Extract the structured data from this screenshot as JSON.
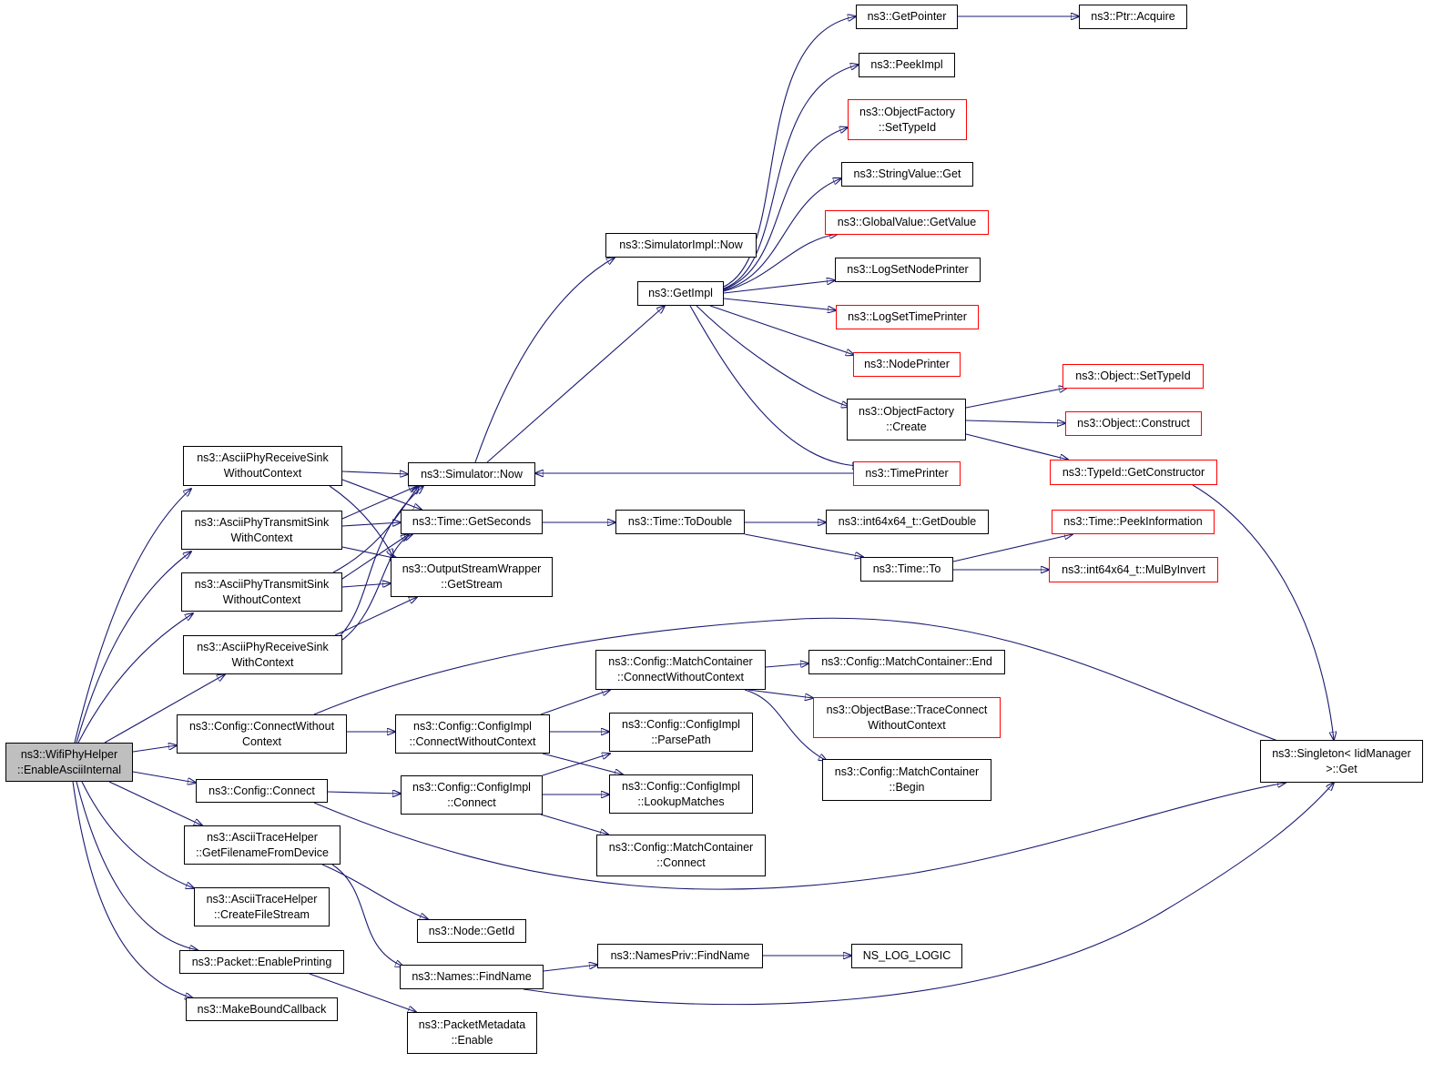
{
  "diagram": {
    "edge_color": "#191970",
    "node_colors": {
      "normal": "#000000",
      "truncated": "#ff0000",
      "root_fill": "#bfbfbf"
    },
    "nodes": [
      {
        "id": "wifi",
        "label": "ns3::WifiPhyHelper\n::EnableAsciiInternal",
        "root": true
      },
      {
        "id": "arsw",
        "label": "ns3::AsciiPhyReceiveSink\nWithoutContext"
      },
      {
        "id": "atsc",
        "label": "ns3::AsciiPhyTransmitSink\nWithContext"
      },
      {
        "id": "atsw",
        "label": "ns3::AsciiPhyTransmitSink\nWithoutContext"
      },
      {
        "id": "arsc",
        "label": "ns3::AsciiPhyReceiveSink\nWithContext"
      },
      {
        "id": "ccw",
        "label": "ns3::Config::ConnectWithout\nContext"
      },
      {
        "id": "cc",
        "label": "ns3::Config::Connect"
      },
      {
        "id": "gfd",
        "label": "ns3::AsciiTraceHelper\n::GetFilenameFromDevice"
      },
      {
        "id": "cfs",
        "label": "ns3::AsciiTraceHelper\n::CreateFileStream"
      },
      {
        "id": "pep",
        "label": "ns3::Packet::EnablePrinting"
      },
      {
        "id": "mbc",
        "label": "ns3::MakeBoundCallback"
      },
      {
        "id": "snow",
        "label": "ns3::Simulator::Now"
      },
      {
        "id": "tgs",
        "label": "ns3::Time::GetSeconds"
      },
      {
        "id": "osw",
        "label": "ns3::OutputStreamWrapper\n::GetStream"
      },
      {
        "id": "cicw",
        "label": "ns3::Config::ConfigImpl\n::ConnectWithoutContext"
      },
      {
        "id": "cic",
        "label": "ns3::Config::ConfigImpl\n::Connect"
      },
      {
        "id": "ngid",
        "label": "ns3::Node::GetId"
      },
      {
        "id": "nfn",
        "label": "ns3::Names::FindName"
      },
      {
        "id": "pme",
        "label": "ns3::PacketMetadata\n::Enable"
      },
      {
        "id": "sin",
        "label": "ns3::SimulatorImpl::Now"
      },
      {
        "id": "gimpl",
        "label": "ns3::GetImpl"
      },
      {
        "id": "ttd",
        "label": "ns3::Time::ToDouble"
      },
      {
        "id": "mccw",
        "label": "ns3::Config::MatchContainer\n::ConnectWithoutContext"
      },
      {
        "id": "cipp",
        "label": "ns3::Config::ConfigImpl\n::ParsePath"
      },
      {
        "id": "cilm",
        "label": "ns3::Config::ConfigImpl\n::LookupMatches"
      },
      {
        "id": "mcc",
        "label": "ns3::Config::MatchContainer\n::Connect"
      },
      {
        "id": "npfn",
        "label": "ns3::NamesPriv::FindName"
      },
      {
        "id": "gptr",
        "label": "ns3::GetPointer"
      },
      {
        "id": "peek",
        "label": "ns3::PeekImpl"
      },
      {
        "id": "ofst",
        "label": "ns3::ObjectFactory\n::SetTypeId",
        "red": true
      },
      {
        "id": "svg",
        "label": "ns3::StringValue::Get"
      },
      {
        "id": "gvgv",
        "label": "ns3::GlobalValue::GetValue",
        "red": true
      },
      {
        "id": "lsnp",
        "label": "ns3::LogSetNodePrinter"
      },
      {
        "id": "lstp",
        "label": "ns3::LogSetTimePrinter",
        "red": true
      },
      {
        "id": "np",
        "label": "ns3::NodePrinter",
        "red": true
      },
      {
        "id": "ofc",
        "label": "ns3::ObjectFactory\n::Create"
      },
      {
        "id": "tp",
        "label": "ns3::TimePrinter",
        "red": true
      },
      {
        "id": "i64gd",
        "label": "ns3::int64x64_t::GetDouble"
      },
      {
        "id": "tto",
        "label": "ns3::Time::To"
      },
      {
        "id": "mcend",
        "label": "ns3::Config::MatchContainer::End"
      },
      {
        "id": "obtc",
        "label": "ns3::ObjectBase::TraceConnect\nWithoutContext",
        "red": true
      },
      {
        "id": "mcb",
        "label": "ns3::Config::MatchContainer\n::Begin"
      },
      {
        "id": "nll",
        "label": "NS_LOG_LOGIC"
      },
      {
        "id": "pacq",
        "label": "ns3::Ptr::Acquire"
      },
      {
        "id": "ost",
        "label": "ns3::Object::SetTypeId",
        "red": true
      },
      {
        "id": "oc",
        "label": "ns3::Object::Construct",
        "red": true
      },
      {
        "id": "tgc",
        "label": "ns3::TypeId::GetConstructor",
        "red": true
      },
      {
        "id": "tpi",
        "label": "ns3::Time::PeekInformation",
        "red": true
      },
      {
        "id": "i64mi",
        "label": "ns3::int64x64_t::MulByInvert",
        "red": true
      },
      {
        "id": "sget",
        "label": "ns3::Singleton< IidManager\n>::Get"
      }
    ],
    "edges": [
      [
        "wifi",
        "arsw"
      ],
      [
        "wifi",
        "atsc"
      ],
      [
        "wifi",
        "atsw"
      ],
      [
        "wifi",
        "arsc"
      ],
      [
        "wifi",
        "ccw"
      ],
      [
        "wifi",
        "cc"
      ],
      [
        "wifi",
        "gfd"
      ],
      [
        "wifi",
        "cfs"
      ],
      [
        "wifi",
        "pep"
      ],
      [
        "wifi",
        "mbc"
      ],
      [
        "arsw",
        "snow"
      ],
      [
        "arsw",
        "tgs"
      ],
      [
        "arsw",
        "osw"
      ],
      [
        "atsc",
        "snow"
      ],
      [
        "atsc",
        "tgs"
      ],
      [
        "atsc",
        "osw"
      ],
      [
        "atsw",
        "snow"
      ],
      [
        "atsw",
        "tgs"
      ],
      [
        "atsw",
        "osw"
      ],
      [
        "arsc",
        "snow"
      ],
      [
        "arsc",
        "tgs"
      ],
      [
        "arsc",
        "osw"
      ],
      [
        "snow",
        "sin"
      ],
      [
        "snow",
        "gimpl"
      ],
      [
        "gimpl",
        "gptr"
      ],
      [
        "gimpl",
        "peek"
      ],
      [
        "gimpl",
        "ofst"
      ],
      [
        "gimpl",
        "svg"
      ],
      [
        "gimpl",
        "gvgv"
      ],
      [
        "gimpl",
        "lsnp"
      ],
      [
        "gimpl",
        "lstp"
      ],
      [
        "gimpl",
        "np"
      ],
      [
        "gimpl",
        "ofc"
      ],
      [
        "gimpl",
        "tp"
      ],
      [
        "gptr",
        "pacq"
      ],
      [
        "tp",
        "snow"
      ],
      [
        "ofc",
        "ost"
      ],
      [
        "ofc",
        "oc"
      ],
      [
        "ofc",
        "tgc"
      ],
      [
        "tgc",
        "sget"
      ],
      [
        "tgs",
        "ttd"
      ],
      [
        "ttd",
        "i64gd"
      ],
      [
        "ttd",
        "tto"
      ],
      [
        "tto",
        "tpi"
      ],
      [
        "tto",
        "i64mi"
      ],
      [
        "ccw",
        "cicw"
      ],
      [
        "ccw",
        "sget"
      ],
      [
        "cicw",
        "mccw"
      ],
      [
        "cicw",
        "cipp"
      ],
      [
        "cicw",
        "cilm"
      ],
      [
        "mccw",
        "mcend"
      ],
      [
        "mccw",
        "obtc"
      ],
      [
        "mccw",
        "mcb"
      ],
      [
        "cc",
        "cic"
      ],
      [
        "cc",
        "sget"
      ],
      [
        "cic",
        "cipp"
      ],
      [
        "cic",
        "cilm"
      ],
      [
        "cic",
        "mcc"
      ],
      [
        "gfd",
        "ngid"
      ],
      [
        "gfd",
        "nfn"
      ],
      [
        "nfn",
        "npfn"
      ],
      [
        "nfn",
        "sget"
      ],
      [
        "npfn",
        "nll"
      ],
      [
        "pep",
        "pme"
      ]
    ]
  }
}
